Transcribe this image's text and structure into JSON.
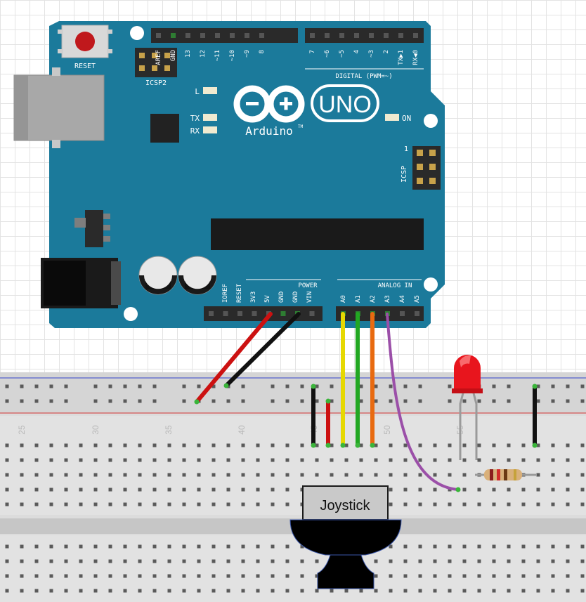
{
  "board": {
    "name": "UNO",
    "brand": "Arduino",
    "trademark": "TM",
    "color": "#1b7a9b",
    "reset_label": "RESET",
    "icsp2_label": "ICSP2",
    "icsp_label": "ICSP",
    "icsp_pin1": "1",
    "led_l": "L",
    "led_tx": "TX",
    "led_rx": "RX",
    "led_on": "ON",
    "digital_label": "DIGITAL (PWM=~)",
    "top_pins": [
      "AREF",
      "GND",
      "13",
      "12",
      "~11",
      "~10",
      "~9",
      "8",
      "7",
      "~6",
      "~5",
      "4",
      "~3",
      "2",
      "TX▶1",
      "RX◀0"
    ],
    "power_label": "POWER",
    "power_pins": [
      "IOREF",
      "RESET",
      "3V3",
      "5V",
      "GND",
      "GND",
      "VIN"
    ],
    "analog_label": "ANALOG IN",
    "analog_pins": [
      "A0",
      "A1",
      "A2",
      "A3",
      "A4",
      "A5"
    ]
  },
  "breadboard": {
    "column_numbers": [
      "25",
      "30",
      "35",
      "40",
      "45",
      "50",
      "55"
    ]
  },
  "wires": {
    "power_5v": "#cc1111",
    "ground": "#111111",
    "a0": "#e6d800",
    "a1": "#22a722",
    "a2": "#e86a10",
    "a3": "#9b4fa8"
  },
  "component": {
    "joystick_label": "Joystick",
    "led_color": "#e8151d"
  }
}
